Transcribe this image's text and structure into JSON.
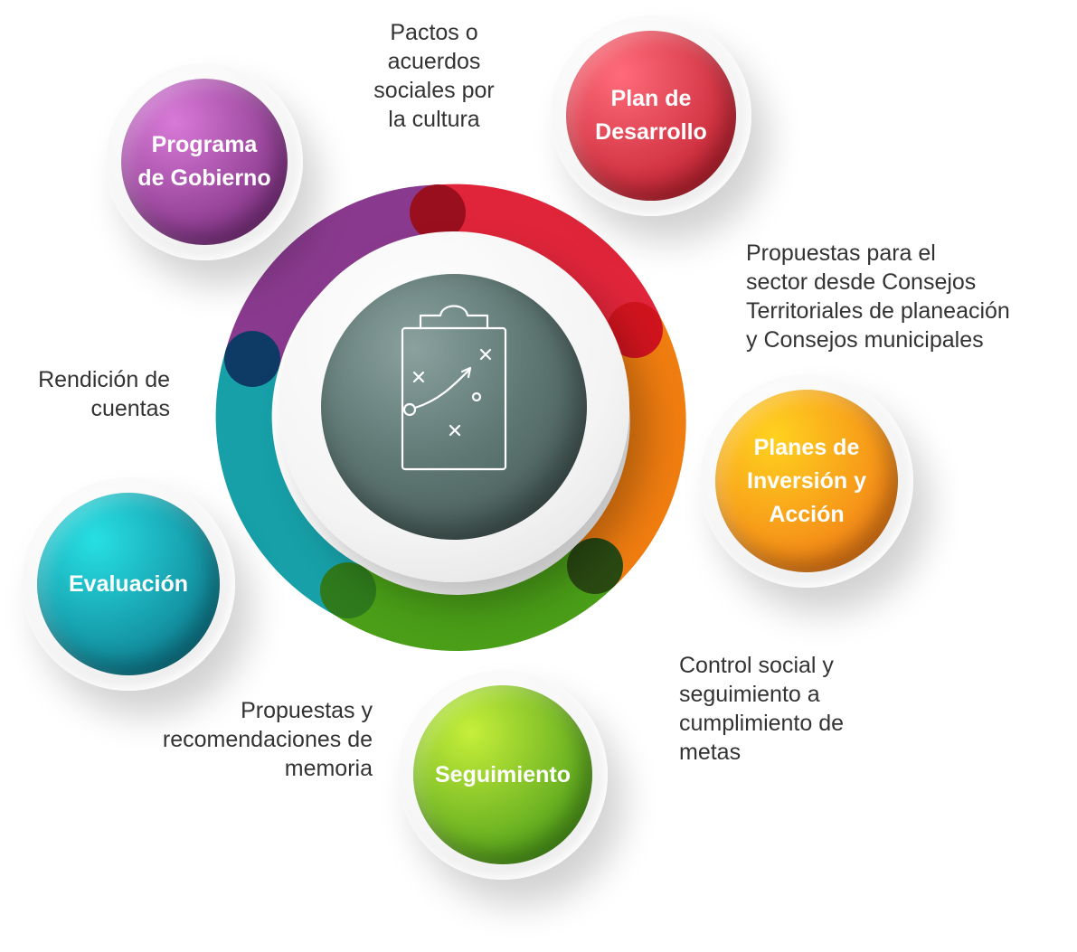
{
  "nodes": {
    "programa": {
      "lines": [
        "Programa",
        "de Gobierno"
      ],
      "color_from": "#d87ad8",
      "color_to": "#6a1f6e"
    },
    "plan": {
      "lines": [
        "Plan de",
        "Desarrollo"
      ],
      "color_from": "#ff6b7a",
      "color_to": "#b5101f"
    },
    "planes": {
      "lines": [
        "Planes de",
        "Inversión y",
        "Acción"
      ],
      "color_from": "#ffd21f",
      "color_to": "#f06a14"
    },
    "seguimiento": {
      "lines": [
        "Seguimiento"
      ],
      "color_from": "#c6ef3a",
      "color_to": "#2f8a12"
    },
    "evaluacion": {
      "lines": [
        "Evaluación"
      ],
      "color_from": "#27e0e4",
      "color_to": "#08637a"
    }
  },
  "annotations": {
    "pactos": [
      "Pactos o",
      "acuerdos",
      "sociales por",
      "la cultura"
    ],
    "propuestas_sector": [
      "Propuestas para el",
      "sector desde Consejos",
      "Territoriales de planeación",
      "y Consejos municipales"
    ],
    "control": [
      "Control social y",
      "seguimiento a",
      "cumplimiento de",
      "metas"
    ],
    "propuestas_memoria": [
      "Propuestas y",
      "recomendaciones de",
      "memoria"
    ],
    "rendicion": [
      "Rendición de",
      "cuentas"
    ]
  },
  "ring_colors": {
    "purple": "#8a3a8e",
    "red": "#e0253a",
    "orange": "#f07d10",
    "green": "#4a9e18",
    "teal": "#17a0a8",
    "navy": "#0e3a66"
  },
  "hub_icon": "clipboard-strategy-icon"
}
